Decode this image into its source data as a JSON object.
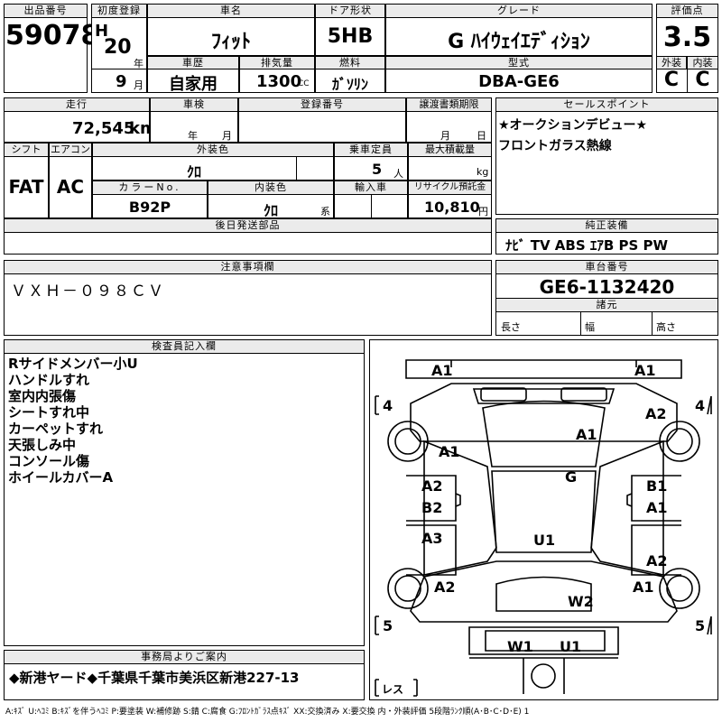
{
  "lot": {
    "label": "出品番号",
    "value": "59078"
  },
  "first_reg": {
    "label": "初度登録",
    "era": "H",
    "year": "20",
    "year_unit": "年",
    "month": "9",
    "month_unit": "月"
  },
  "car_name": {
    "label": "車名",
    "value": "ﾌｨｯﾄ"
  },
  "door": {
    "label": "ドア形状",
    "value": "5HB"
  },
  "grade": {
    "label": "グレード",
    "value": "G ﾊｲｳｪｲｴﾃﾞｨｼｮﾝ"
  },
  "score": {
    "label": "評価点",
    "value": "3.5",
    "ext_label": "外装",
    "ext_value": "C",
    "int_label": "内装",
    "int_value": "C"
  },
  "history": {
    "label": "車歴",
    "value": "自家用"
  },
  "displacement": {
    "label": "排気量",
    "value": "1300",
    "unit": "CC"
  },
  "fuel": {
    "label": "燃料",
    "value": "ｶﾞｿﾘﾝ"
  },
  "model": {
    "label": "型式",
    "value": "DBA-GE6"
  },
  "mileage": {
    "label": "走行",
    "value": "72,545",
    "unit": "km"
  },
  "inspection": {
    "label": "車検",
    "year_unit": "年",
    "month_unit": "月"
  },
  "regno": {
    "label": "登録番号"
  },
  "transfer": {
    "label": "譲渡書類期限",
    "month_unit": "月",
    "day_unit": "日"
  },
  "shift": {
    "label": "シフト",
    "value": "FAT"
  },
  "ac": {
    "label": "エアコン",
    "value": "AC"
  },
  "ext_color": {
    "label": "外装色",
    "value": "ｸﾛ"
  },
  "capacity": {
    "label": "乗車定員",
    "value": "5",
    "unit": "人"
  },
  "load": {
    "label": "最大積載量",
    "unit": "kg"
  },
  "color_no": {
    "label": "カラーNo.",
    "value": "B92P"
  },
  "int_color": {
    "label": "内装色",
    "value": "ｸﾛ",
    "unit": "系"
  },
  "import": {
    "label": "輸入車"
  },
  "recycle": {
    "label": "リサイクル預託金",
    "value": "10,810",
    "unit": "円"
  },
  "sales_point": {
    "label": "セールスポイント",
    "lines": [
      "★オークションデビュー★",
      "フロントガラス熱線"
    ]
  },
  "later_parts": {
    "label": "後日発送部品"
  },
  "equipment": {
    "label": "純正装備",
    "value": "ﾅﾋﾞ  TV  ABS ｴｱB PS PW"
  },
  "notes": {
    "label": "注意事項欄",
    "value": "ＶＸＨ－０９８ＣＶ"
  },
  "chassis": {
    "label": "車台番号",
    "value": "GE6-1132420"
  },
  "specs": {
    "label": "諸元",
    "length": "長さ",
    "width": "幅",
    "height": "高さ"
  },
  "inspector": {
    "label": "検査員記入欄",
    "lines": [
      "Rサイドメンバー小U",
      "ハンドルすれ",
      "室内内張傷",
      "シートすれ中",
      "カーペットすれ",
      "天張しみ中",
      "コンソール傷",
      "ホイールカバーA"
    ]
  },
  "office": {
    "label": "事務局よりご案内",
    "value": "◆新港ヤード◆千葉県千葉市美浜区新港227-13"
  },
  "diagram": {
    "marks": {
      "fl_top": "A1",
      "fr_top": "A1",
      "tire_fl": "4",
      "tire_fr": "4",
      "tire_rl": "5",
      "tire_rr": "5",
      "spare": "レス",
      "bonnet": "A1",
      "front_r_fender": "A2",
      "left_front_fender": "A1",
      "windshield": "G",
      "fl_door_a": "A2",
      "fl_door_b": "B2",
      "fr_door_a": "B1",
      "fr_door_b": "A1",
      "rl_door": "A3",
      "roof": "U1",
      "rr_door": "A2",
      "rear_l": "A2",
      "rear_r": "A1",
      "rear_glass": "W2",
      "rear_w": "W1",
      "rear_u": "U1"
    }
  },
  "legend": "A:ｷｽﾞ U:ﾍｺﾐ B:ｷｽﾞを伴うﾍｺﾐ P:要塗装 W:補修跡 S:錆 C:腐食 G:ﾌﾛﾝﾄｶﾞﾗｽ点ｷｽﾞ XX:交換済み X:要交換 内・外装評価 5段階ﾗﾝｸ順(A･B･C･D･E) 1"
}
